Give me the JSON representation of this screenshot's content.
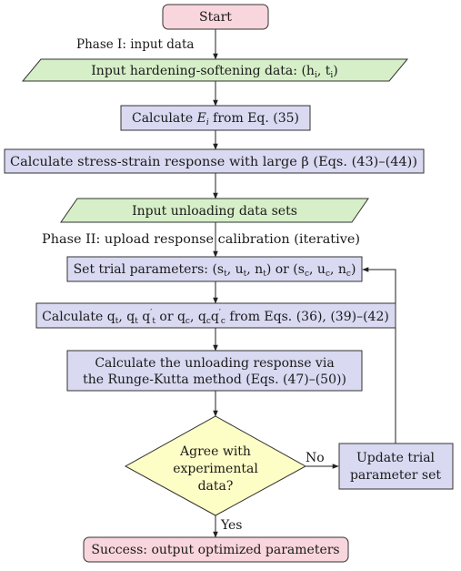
{
  "colors": {
    "terminal_fill": "#f9d6dd",
    "io_fill": "#d6efc8",
    "process_fill": "#d9d9f2",
    "decision_fill": "#fdfdc6",
    "stroke": "#333333"
  },
  "nodes": {
    "start": "Start",
    "input_hs": "Input hardening-softening data: (h",
    "input_hs_sub1": "i",
    "input_hs_sep": ", t",
    "input_hs_sub2": "i",
    "input_hs_end": ")",
    "calc_e_pre": "Calculate ",
    "calc_e_var": "E",
    "calc_e_sub": "i",
    "calc_e_post": " from Eq. (35)",
    "stress_strain": "Calculate stress-strain response with large β (Eqs. (43)–(44))",
    "input_unload": "Input unloading data sets",
    "set_trial": "Set trial parameters: (s",
    "set_trial_t1": "t",
    "set_trial_u": ", u",
    "set_trial_t2": "t",
    "set_trial_n": ", n",
    "set_trial_t3": "t",
    "set_trial_or": ") or (s",
    "set_trial_c1": "c",
    "set_trial_cu": ", u",
    "set_trial_c2": "c",
    "set_trial_cn": ", n",
    "set_trial_c3": "c",
    "set_trial_end": ")",
    "calc_q_pre": "Calculate q",
    "calc_q_t": "t",
    "calc_q_mid": ", q",
    "calc_q_t2": "t",
    "calc_q_q": " q",
    "calc_q_t3": "t",
    "calc_q_prime": "′",
    "calc_q_or": " or q",
    "calc_q_c": "c",
    "calc_q_cmid": ", q",
    "calc_q_c2": "c",
    "calc_q_cq": "q",
    "calc_q_c3": "c",
    "calc_q_cprime": "′",
    "calc_q_post": " from Eqs. (36), (39)–(42)",
    "unload_line1": "Calculate the unloading response via",
    "unload_line2": "the Runge-Kutta method (Eqs. (47)–(50))",
    "agree_line1": "Agree with",
    "agree_line2": "experimental",
    "agree_line3": "data?",
    "update_line1": "Update trial",
    "update_line2": "parameter set",
    "success": "Success: output optimized parameters"
  },
  "phases": {
    "phase1": "Phase I: input data",
    "phase2": "Phase II: upload response calibration (iterative)"
  },
  "edges": {
    "no": "No",
    "yes": "Yes"
  }
}
